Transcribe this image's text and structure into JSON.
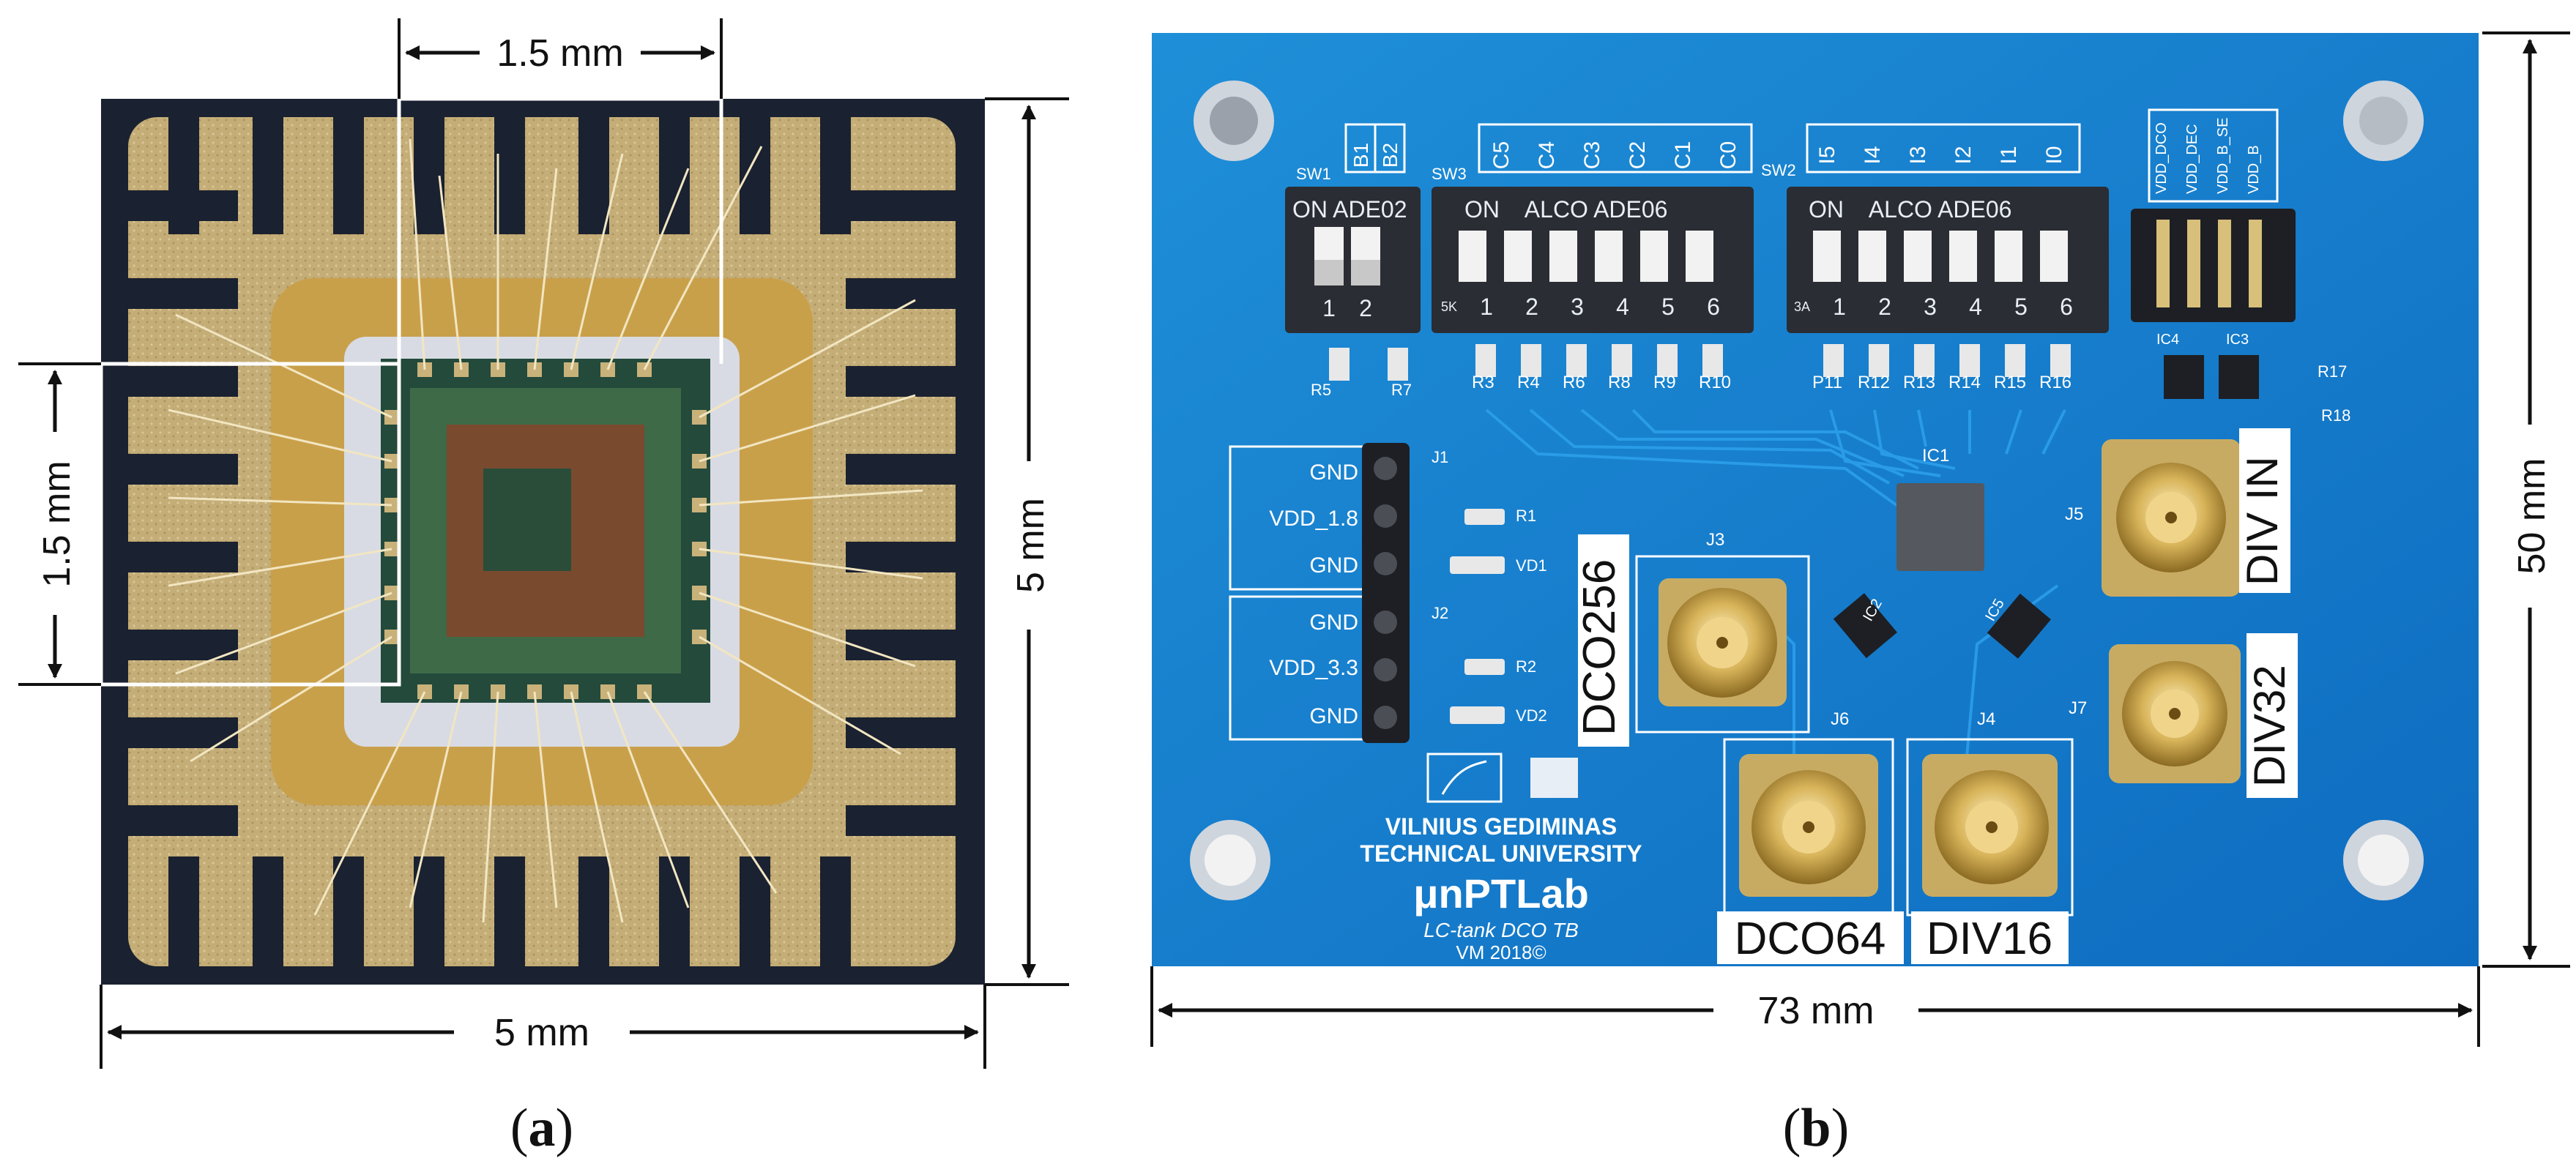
{
  "figure_a": {
    "dim_top": "1.5 mm",
    "dim_left": "1.5 mm",
    "dim_right": "5 mm",
    "dim_bottom": "5 mm",
    "caption_open": "(",
    "caption_letter": "a",
    "caption_close": ")"
  },
  "figure_b": {
    "dim_right": "50 mm",
    "dim_bottom": "73 mm",
    "caption_open": "(",
    "caption_letter": "b",
    "caption_close": ")",
    "sw1_header": [
      "B1",
      "B2"
    ],
    "sw1_text": "ON ADE02",
    "sw1_nums": [
      "1",
      "2"
    ],
    "sw1_ref": "SW1",
    "sw3_header": [
      "C5",
      "C4",
      "C3",
      "C2",
      "C1",
      "C0"
    ],
    "sw3_text": "ON    ALCO ADE06",
    "sw3_nums": [
      "1",
      "2",
      "3",
      "4",
      "5",
      "6"
    ],
    "sw3_ref": "SW3",
    "sw3_sk": "5K",
    "sw2_header": [
      "I5",
      "I4",
      "I3",
      "I2",
      "I1",
      "I0"
    ],
    "sw2_text": "ON    ALCO ADE06",
    "sw2_nums": [
      "1",
      "2",
      "3",
      "4",
      "5",
      "6"
    ],
    "sw2_ref": "SW2",
    "sw2_sk": "3A",
    "header_labels": [
      "VDD_DCO",
      "VDD_DEC",
      "VDD_B_SE",
      "VDD_B"
    ],
    "resistors_left": [
      "R5",
      "R7"
    ],
    "resistors_sw3": [
      "R3",
      "R4",
      "R6",
      "R8",
      "R9",
      "R10"
    ],
    "resistors_sw2": [
      "P11",
      "R12",
      "R13",
      "R14",
      "R15",
      "R16"
    ],
    "ic_labels": [
      "IC4",
      "IC3",
      "R17",
      "R18",
      "IC1",
      "IC2",
      "IC5"
    ],
    "j1": "J1",
    "j2": "J2",
    "j1_pins": [
      "GND",
      "VDD_1.8",
      "GND"
    ],
    "j2_pins": [
      "GND",
      "VDD_3.3",
      "GND"
    ],
    "j1_parts": [
      "R1",
      "VD1"
    ],
    "j2_parts": [
      "R2",
      "VD2"
    ],
    "connectors": {
      "j3": "J3",
      "j3_label": "DCO256",
      "j5": "J5",
      "j5_label": "DIV IN",
      "j7": "J7",
      "j7_label": "DIV32",
      "j6": "J6",
      "j6_label": "DCO64",
      "j4": "J4",
      "j4_label": "DIV16"
    },
    "university_line1": "VILNIUS GEDIMINAS",
    "university_line2": "TECHNICAL UNIVERSITY",
    "lab_name": "μnPTLab",
    "board_name": "LC-tank DCO TB",
    "board_rev": "VM 2018©"
  }
}
